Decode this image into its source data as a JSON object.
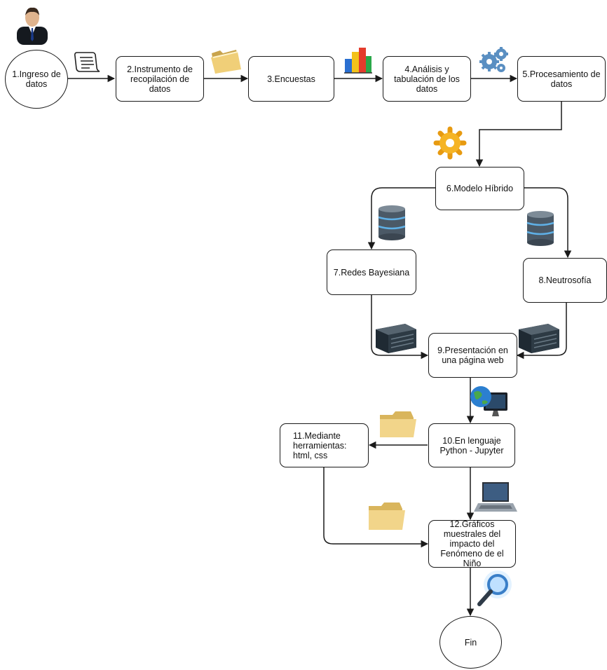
{
  "diagram": {
    "nodes": {
      "n1": "1.Ingreso de datos",
      "n2": "2.Instrumento de recopilación de datos",
      "n3": "3.Encuestas",
      "n4": "4.Análisis y tabulación de los datos",
      "n5": "5.Procesamiento de datos",
      "n6": "6.Modelo Híbrido",
      "n7": "7.Redes Bayesiana",
      "n8": "8.Neutrosofía",
      "n9": "9.Presentación en una página web",
      "n10": "10.En lenguaje Python - Jupyter",
      "n11": "11.Mediante herramientas: html, css",
      "n12": "12.Gráficos muestrales del impacto del Fenómeno de el Niño",
      "n13": "Fin"
    },
    "icons": [
      "user-icon",
      "document-icon",
      "folder-icon",
      "bar-chart-icon",
      "gears-icon",
      "gear-icon",
      "database-icon",
      "server-icon",
      "globe-monitor-icon",
      "laptop-icon",
      "magnifier-icon"
    ],
    "colors": {
      "stroke": "#1a1a1a",
      "folder": "#e9c46a",
      "gear": "#f2a516",
      "database": "#4a5a6a",
      "server": "#1f2a33"
    }
  }
}
